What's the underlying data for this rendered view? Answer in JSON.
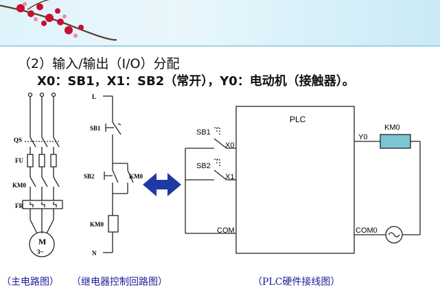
{
  "heading": "（2）输入/输出（I/O）分配",
  "subheading": "X0：SB1，X1：SB2（常开），Y0：电动机（接触器）。",
  "main_circuit": {
    "labels": {
      "qs": "QS",
      "fu": "FU",
      "km0": "KM0",
      "fr": "FR",
      "motor": "M",
      "motor_phase": "3~"
    },
    "caption": "（主电路图）"
  },
  "relay_circuit": {
    "labels": {
      "l": "L",
      "sb1": "SB1",
      "sb2": "SB2",
      "km0_contact": "KM0",
      "km0_coil": "KM0",
      "n": "N"
    },
    "caption": "（继电器控制回路图）"
  },
  "plc_circuit": {
    "labels": {
      "plc": "PLC",
      "sb1": "SB1",
      "x0": "X0",
      "sb2": "SB2",
      "x1": "X1",
      "com": "COM",
      "y0": "Y0",
      "km0": "KM0",
      "com0": "COM0"
    },
    "caption": "（PLC硬件接线图）"
  },
  "colors": {
    "arrow": "#1f3aa3",
    "coil": "#7cc5d3",
    "caption": "#1a1a99"
  }
}
